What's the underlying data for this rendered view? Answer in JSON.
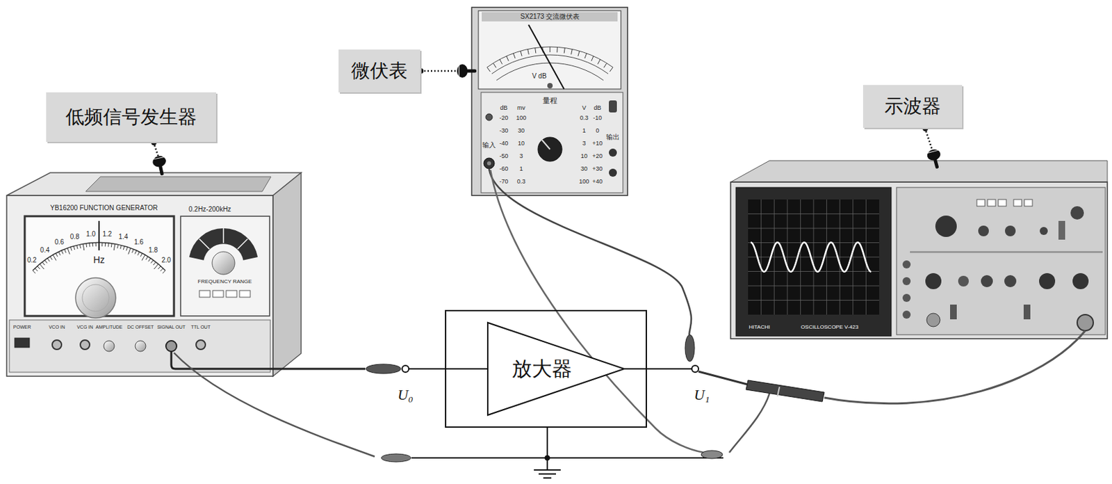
{
  "diagram": {
    "nodes": [
      {
        "text": [
          "低频信号发生器"
        ]
      },
      {
        "text": [
          "微伏表"
        ]
      },
      {
        "text": [
          "示波器"
        ]
      },
      {
        "text": [
          "放大器"
        ]
      }
    ],
    "labels": [
      "U₀",
      "U₁",
      "YB16200 FUNCTION GENERATOR",
      "0.2Hz-200kHz",
      "Hz",
      "FREQUENCY RANGE",
      "POWER",
      "VCO IN",
      "VCG IN",
      "AMPLITUDE",
      "DC OFFSET",
      "SIGNAL OUT",
      "TTL OUT",
      "0.2",
      "0.4",
      "0.6",
      "0.8",
      "1.0",
      "1.2",
      "1.4",
      "1.6",
      "1.8",
      "2.0",
      "SX2173 交流微伏表",
      "V dB",
      "量程",
      "dB",
      "mv",
      "V",
      "dB",
      "-20",
      "-30",
      "-40",
      "-50",
      "-60",
      "-70",
      "100",
      "30",
      "10",
      "3",
      "1",
      "0.3",
      "0.3",
      "1",
      "3",
      "10",
      "30",
      "100",
      "-10",
      "0",
      "+10",
      "+20",
      "+30",
      "+40",
      "输入",
      "输出",
      "HITACHI",
      "OSCILLOSCOPE V-423"
    ]
  }
}
